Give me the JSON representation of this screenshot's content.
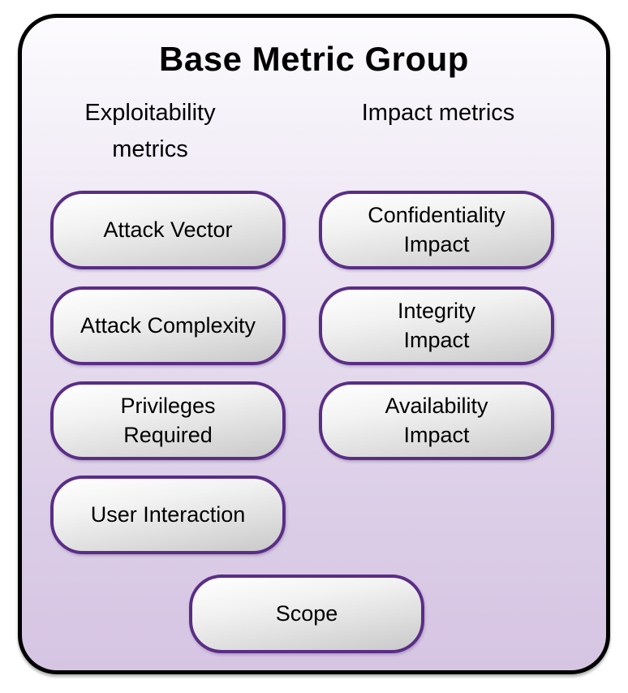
{
  "diagram": {
    "title": "Base Metric Group",
    "left_column": {
      "header": "Exploitability\nmetrics",
      "items": [
        "Attack Vector",
        "Attack Complexity",
        "Privileges\nRequired",
        "User Interaction"
      ]
    },
    "right_column": {
      "header": "Impact metrics",
      "items": [
        "Confidentiality\nImpact",
        "Integrity\nImpact",
        "Availability\nImpact"
      ]
    },
    "bottom_item": "Scope",
    "colors": {
      "container_border": "#000000",
      "background_top": "#fcfbfd",
      "background_bottom": "#d6c4e3",
      "pill_border": "#5a2d87",
      "pill_fill_top": "#ffffff",
      "pill_fill_bottom": "#c9c9c9",
      "text": "#000000"
    }
  }
}
